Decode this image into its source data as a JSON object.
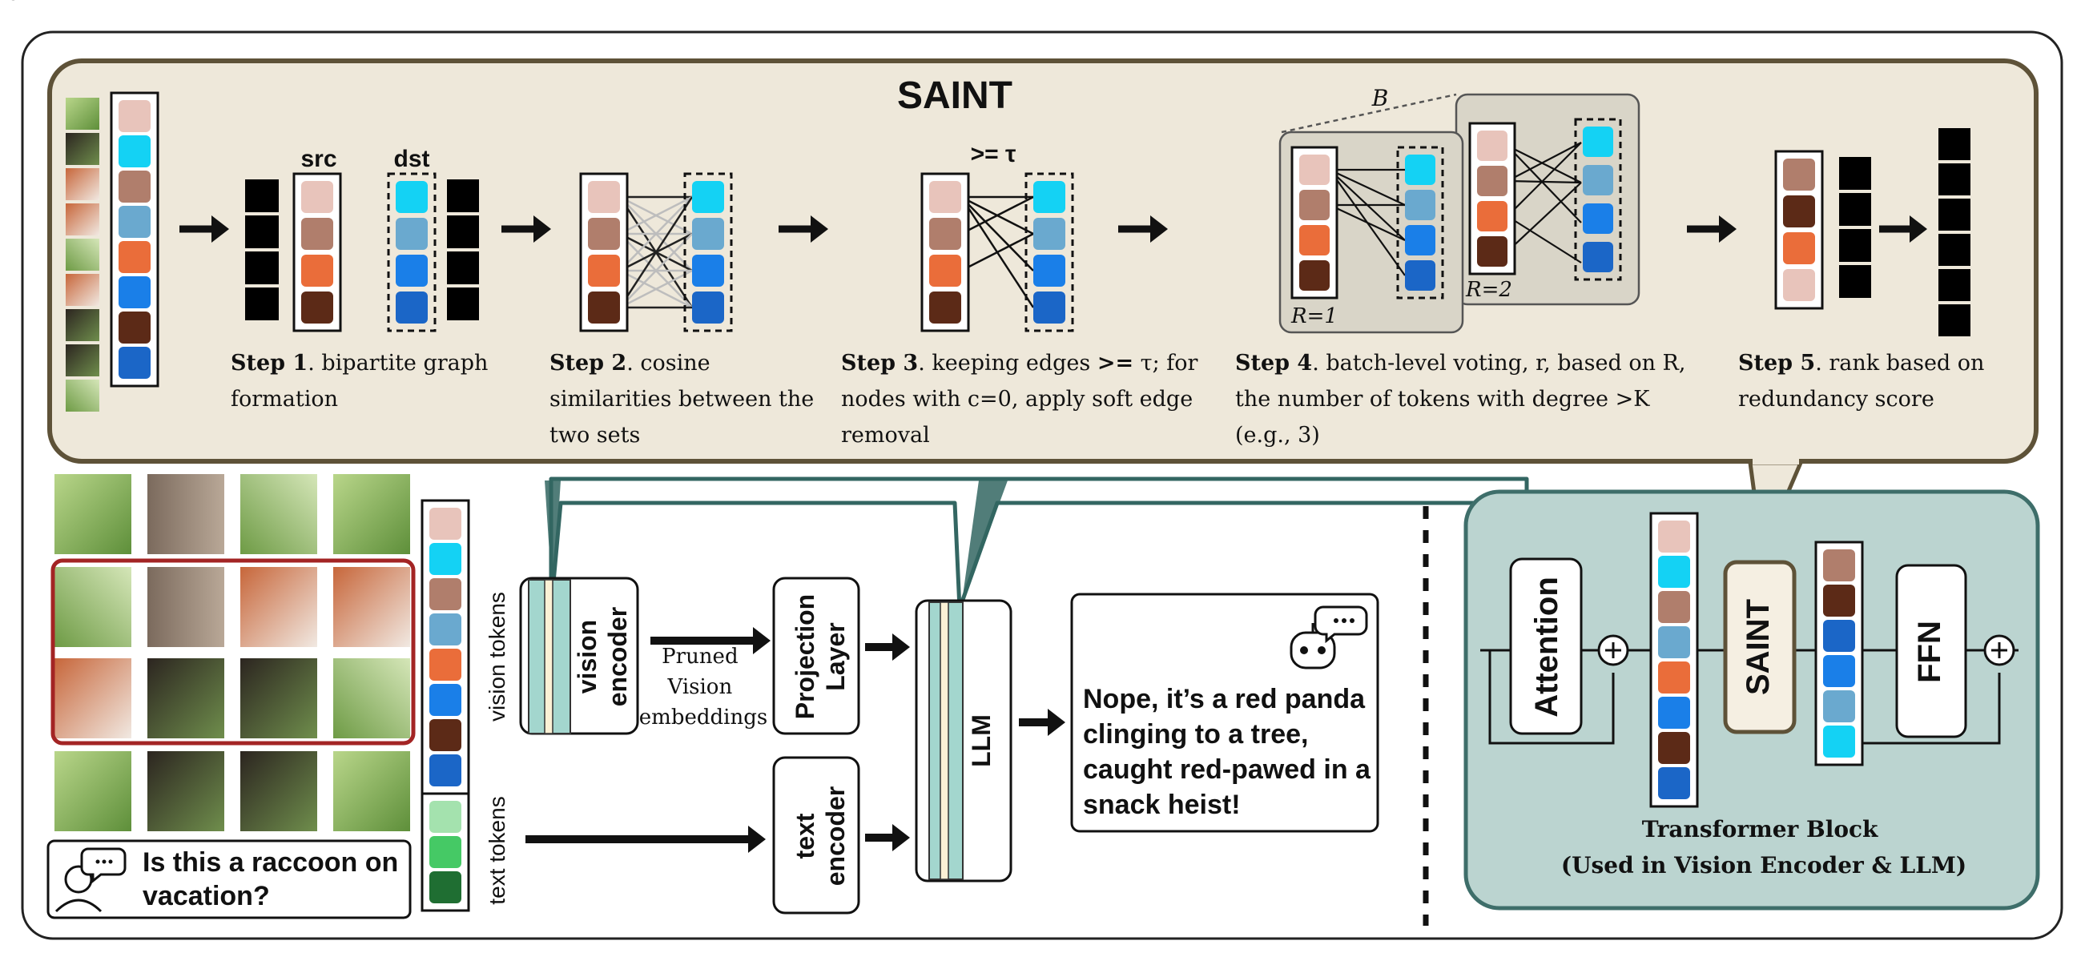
{
  "title": "SAINT",
  "colors": {
    "background_panel": "#EEE8DA",
    "panel_border": "#5E5238",
    "transformer_bg": "#BBD4D0",
    "transformer_border": "#3E6E6A",
    "token_palette": [
      "#E8C4BB",
      "#14D2F4",
      "#B07E6C",
      "#6AA9CF",
      "#EA6D3A",
      "#1A7FE8",
      "#5C2A17",
      "#1B66C7"
    ],
    "text_token_palette": [
      "#A4E2AE",
      "#45C965",
      "#1F6E32"
    ]
  },
  "saint_steps": {
    "src_label": "src",
    "dst_label": "dst",
    "threshold_label": ">= τ",
    "batch_label": "B",
    "r1_label": "R=1",
    "r2_label": "R=2",
    "step1": {
      "bold": "Step 1",
      "line1": ". bipartite graph",
      "line2": "formation"
    },
    "step2": {
      "bold": "Step 2",
      "line1": ". cosine",
      "line2": "similarities between the",
      "line3": "two sets"
    },
    "step3": {
      "bold": "Step 3",
      "line1_a": ". keeping edges ",
      "line1_bold": ">=",
      "line1_b": " τ; for",
      "line2": "nodes with c=0, apply soft edge",
      "line3": "removal"
    },
    "step4": {
      "bold": "Step 4",
      "line1": ".  batch-level voting, r, based on R,",
      "line2": "the number of tokens with degree >K",
      "line3": "(e.g., 3)"
    },
    "step5": {
      "bold": "Step 5",
      "line1": ". rank based on",
      "line2": "redundancy score"
    }
  },
  "pipeline": {
    "vision_tokens_label": "vision tokens",
    "text_tokens_label": "text tokens",
    "vision_encoder_label_1": "vision",
    "vision_encoder_label_2": "encoder",
    "pruned_label_1": "Pruned",
    "pruned_label_2": "Vision",
    "pruned_label_3": "embeddings",
    "projection_label_1": "Projection",
    "projection_label_2": "Layer",
    "text_encoder_label_1": "text",
    "text_encoder_label_2": "encoder",
    "llm_label": "LLM",
    "question_line1": "Is this a raccoon on",
    "question_line2": "vacation?",
    "answer_line1": "Nope, it’s a red panda",
    "answer_line2": "clinging to a tree,",
    "answer_line3": "caught red-pawed in a",
    "answer_line4": "snack heist!"
  },
  "transformer": {
    "attention_label": "Attention",
    "saint_label": "SAINT",
    "ffn_label": "FFN",
    "caption_line1": "Transformer Block",
    "caption_line2": "(Used in Vision Encoder & LLM)"
  },
  "icons": {
    "arrow": "right-arrow-icon",
    "user": "user-speech-icon",
    "robot": "robot-chat-icon",
    "add": "plus-circle-icon"
  }
}
